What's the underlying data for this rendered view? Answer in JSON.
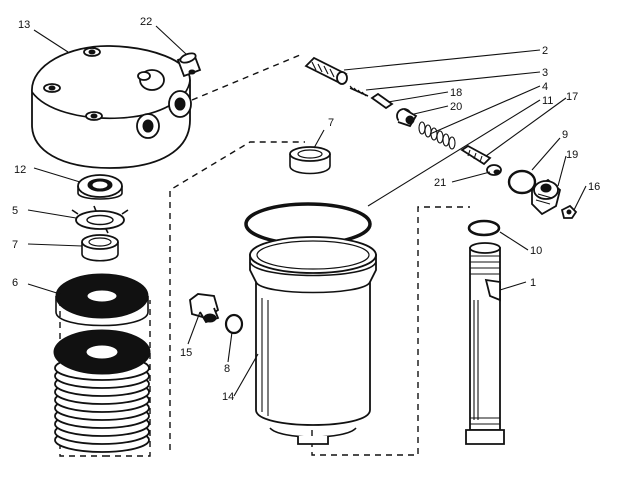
{
  "labels": {
    "l1": "1",
    "l2": "2",
    "l3": "3",
    "l4": "4",
    "l5": "5",
    "l6": "6",
    "l7a": "7",
    "l7b": "7",
    "l8": "8",
    "l9": "9",
    "l10": "10",
    "l11": "11",
    "l12": "12",
    "l13": "13",
    "l14": "14",
    "l15": "15",
    "l16": "16",
    "l17": "17",
    "l18": "18",
    "l19": "19",
    "l20": "20",
    "l21": "21",
    "l22": "22"
  }
}
